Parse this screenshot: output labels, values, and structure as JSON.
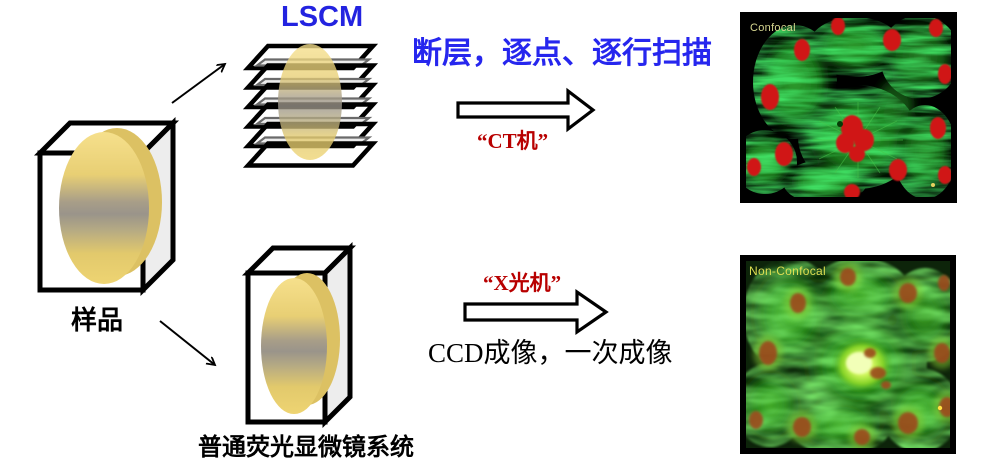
{
  "slide": {
    "lscm_title": "LSCM",
    "sample_label": "样品",
    "microscope_system_label": "普通荧光显微镜系统",
    "top_flow": {
      "description": "断层，逐点、逐行扫描",
      "arrow_label": "“CT机”"
    },
    "bottom_flow": {
      "arrow_label": "“X光机”",
      "description": "CCD成像，一次成像"
    },
    "micrographs": {
      "confocal": {
        "label": "Confocal"
      },
      "non_confocal": {
        "label": "Non-Confocal"
      }
    },
    "colors": {
      "heading_blue": "#2626ee",
      "machine_red": "#b80000",
      "text_black": "#000000",
      "sample_yellow": "#ecd06e",
      "sample_gray_band": "#9a948a",
      "side_face_gray": "#ededed",
      "confocal_label": "#d6d690",
      "non_confocal_label": "#dede52",
      "micrograph_green": "#2f9e2f",
      "nucleus_red": "#d01414"
    }
  }
}
